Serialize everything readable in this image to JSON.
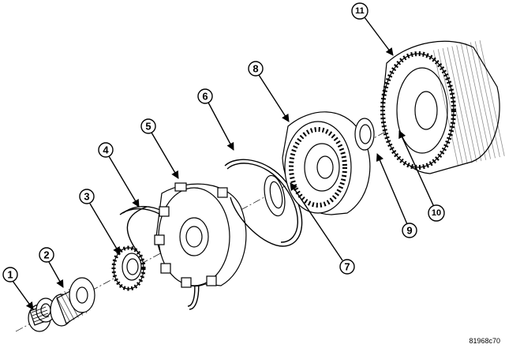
{
  "figure_id": "81968c70",
  "callouts": [
    "1",
    "2",
    "3",
    "4",
    "5",
    "6",
    "7",
    "8",
    "9",
    "10",
    "11"
  ]
}
